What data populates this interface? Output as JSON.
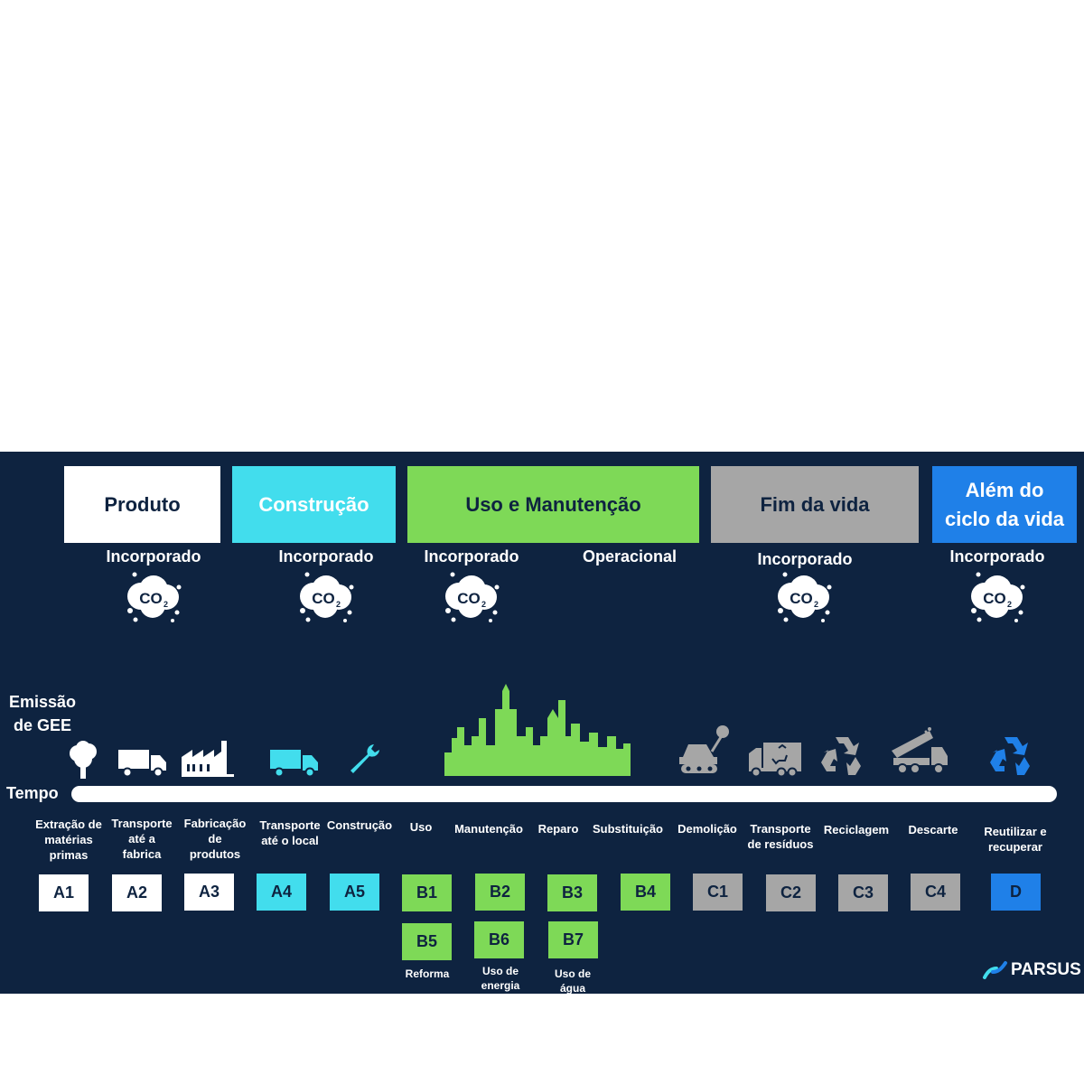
{
  "phases": {
    "produto": "Produto",
    "construcao": "Construção",
    "uso": "Uso e Manutenção",
    "fim": "Fim da vida",
    "alem_line1": "Além do",
    "alem_line2": "ciclo da vida"
  },
  "emissions": {
    "incorporado": "Incorporado",
    "operacional": "Operacional",
    "co2": "CO",
    "co2_sub": "2"
  },
  "axis": {
    "emissao_line1": "Emissão",
    "emissao_line2": "de GEE",
    "tempo": "Tempo"
  },
  "stages": {
    "a1": [
      "Extração de",
      "matérias",
      "primas"
    ],
    "a2": [
      "Transporte",
      "até a",
      "fabrica"
    ],
    "a3": [
      "Fabricação",
      "de",
      "produtos"
    ],
    "a4": [
      "Transporte",
      "até o local"
    ],
    "a5": [
      "Construção"
    ],
    "b1": [
      "Uso"
    ],
    "b2": [
      "Manutenção"
    ],
    "b3": [
      "Reparo"
    ],
    "b4": [
      "Substituição"
    ],
    "c1": [
      "Demolição"
    ],
    "c2": [
      "Transporte",
      "de resíduos"
    ],
    "c3": [
      "Reciclagem"
    ],
    "c4": [
      "Descarte"
    ],
    "d": [
      "Reutilizar e",
      "recuperar"
    ]
  },
  "modules": {
    "A1": "A1",
    "A2": "A2",
    "A3": "A3",
    "A4": "A4",
    "A5": "A5",
    "B1": "B1",
    "B2": "B2",
    "B3": "B3",
    "B4": "B4",
    "B5": "B5",
    "B6": "B6",
    "B7": "B7",
    "C1": "C1",
    "C2": "C2",
    "C3": "C3",
    "C4": "C4",
    "D": "D"
  },
  "sub_labels": {
    "b5": [
      "Reforma"
    ],
    "b6": [
      "Uso de",
      "energia"
    ],
    "b7": [
      "Uso de",
      "água"
    ]
  },
  "brand": "PARSUS",
  "colors": {
    "background": "#0e2340",
    "produto": "#ffffff",
    "construcao": "#42dded",
    "uso": "#7ed957",
    "fim": "#a6a6a6",
    "alem": "#1f80e8"
  }
}
